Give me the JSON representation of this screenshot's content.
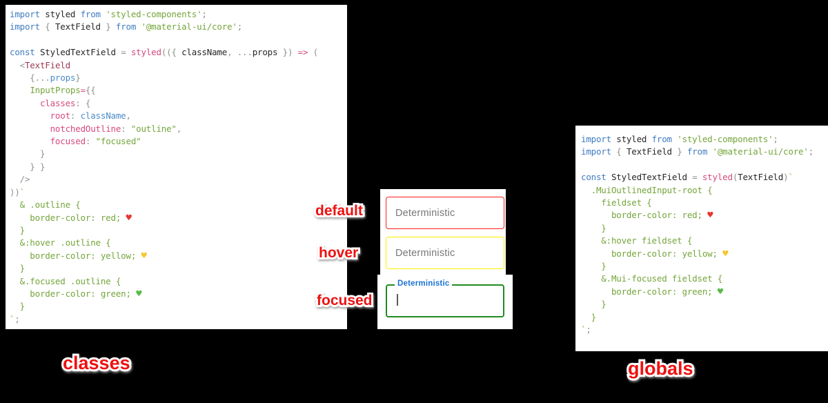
{
  "colors": {
    "page_background": "#000000",
    "panel_background": "#ffffff",
    "sticker_red": "#ee1111",
    "label_blue": "#1a73d3",
    "heart_red": "#e8352c",
    "heart_yellow": "#f7c531",
    "heart_green": "#57bb46"
  },
  "captions": {
    "classes": "classes",
    "globals": "globals"
  },
  "fields": {
    "default": {
      "label": "default",
      "placeholder": "Deterministic",
      "border_color": "#ff1c1c"
    },
    "hover": {
      "label": "hover",
      "placeholder": "Deterministic",
      "border_color": "#ffef00"
    },
    "focused": {
      "label": "focused",
      "float_label": "Deterministic",
      "border_color": "#1f8b1f"
    }
  },
  "panels": {
    "left_code": {
      "lines": [
        [
          [
            "kw",
            "import "
          ],
          [
            "id",
            "styled "
          ],
          [
            "kw",
            "from "
          ],
          [
            "st",
            "'styled-components'"
          ],
          [
            "pu",
            ";"
          ]
        ],
        [
          [
            "kw",
            "import "
          ],
          [
            "pu",
            "{ "
          ],
          [
            "id",
            "TextField "
          ],
          [
            "pu",
            "} "
          ],
          [
            "kw",
            "from "
          ],
          [
            "st",
            "'@material-ui/core'"
          ],
          [
            "pu",
            ";"
          ]
        ],
        [],
        [
          [
            "kw",
            "const "
          ],
          [
            "id",
            "StyledTextField "
          ],
          [
            "pu",
            "= "
          ],
          [
            "fn",
            "styled"
          ],
          [
            "pu",
            "(({ "
          ],
          [
            "id",
            "className"
          ],
          [
            "pu",
            ", ..."
          ],
          [
            "id",
            "props "
          ],
          [
            "pu",
            "}) "
          ],
          [
            "fn",
            "=> "
          ],
          [
            "pu",
            "("
          ]
        ],
        [
          [
            "pu",
            "  <"
          ],
          [
            "tag",
            "TextField"
          ]
        ],
        [
          [
            "pu",
            "    {..."
          ],
          [
            "var",
            "props"
          ],
          [
            "pu",
            "}"
          ]
        ],
        [
          [
            "pu",
            "    "
          ],
          [
            "at",
            "InputProps"
          ],
          [
            "fn",
            "="
          ],
          [
            "pu",
            "{{"
          ]
        ],
        [
          [
            "pu",
            "      "
          ],
          [
            "key",
            "classes"
          ],
          [
            "pu",
            ": {"
          ]
        ],
        [
          [
            "pu",
            "        "
          ],
          [
            "key",
            "root"
          ],
          [
            "pu",
            ": "
          ],
          [
            "var",
            "className"
          ],
          [
            "pu",
            ","
          ]
        ],
        [
          [
            "pu",
            "        "
          ],
          [
            "key",
            "notchedOutline"
          ],
          [
            "pu",
            ": "
          ],
          [
            "st",
            "\"outline\""
          ],
          [
            "pu",
            ","
          ]
        ],
        [
          [
            "pu",
            "        "
          ],
          [
            "key",
            "focused"
          ],
          [
            "pu",
            ": "
          ],
          [
            "st",
            "\"focused\""
          ]
        ],
        [
          [
            "pu",
            "      }"
          ]
        ],
        [
          [
            "pu",
            "    } }"
          ]
        ],
        [
          [
            "pu",
            "  />"
          ]
        ],
        [
          [
            "pu",
            "))"
          ],
          [
            "st",
            "`"
          ]
        ],
        [
          [
            "st",
            "  & .outline {"
          ]
        ],
        [
          [
            "st",
            "    border-color: red; "
          ],
          [
            "hr",
            "♥"
          ]
        ],
        [
          [
            "st",
            "  }"
          ]
        ],
        [
          [
            "st",
            "  &:hover .outline {"
          ]
        ],
        [
          [
            "st",
            "    border-color: yellow; "
          ],
          [
            "hy",
            "♥"
          ]
        ],
        [
          [
            "st",
            "  }"
          ]
        ],
        [
          [
            "st",
            "  &.focused .outline {"
          ]
        ],
        [
          [
            "st",
            "    border-color: green; "
          ],
          [
            "hg",
            "♥"
          ]
        ],
        [
          [
            "st",
            "  }"
          ]
        ],
        [
          [
            "st",
            "`"
          ],
          [
            "pu",
            ";"
          ]
        ]
      ]
    },
    "right_code": {
      "lines": [
        [
          [
            "kw",
            "import "
          ],
          [
            "id",
            "styled "
          ],
          [
            "kw",
            "from "
          ],
          [
            "st",
            "'styled-components'"
          ],
          [
            "pu",
            ";"
          ]
        ],
        [
          [
            "kw",
            "import "
          ],
          [
            "pu",
            "{ "
          ],
          [
            "id",
            "TextField "
          ],
          [
            "pu",
            "} "
          ],
          [
            "kw",
            "from "
          ],
          [
            "st",
            "'@material-ui/core'"
          ],
          [
            "pu",
            ";"
          ]
        ],
        [],
        [
          [
            "kw",
            "const "
          ],
          [
            "id",
            "StyledTextField "
          ],
          [
            "pu",
            "= "
          ],
          [
            "fn",
            "styled"
          ],
          [
            "pu",
            "("
          ],
          [
            "id",
            "TextField"
          ],
          [
            "pu",
            ")"
          ],
          [
            "st",
            "`"
          ]
        ],
        [
          [
            "st",
            "  .MuiOutlinedInput-root {"
          ]
        ],
        [
          [
            "st",
            "    fieldset {"
          ]
        ],
        [
          [
            "st",
            "      border-color: red; "
          ],
          [
            "hr",
            "♥"
          ]
        ],
        [
          [
            "st",
            "    }"
          ]
        ],
        [
          [
            "st",
            "    &:hover fieldset {"
          ]
        ],
        [
          [
            "st",
            "      border-color: yellow; "
          ],
          [
            "hy",
            "♥"
          ]
        ],
        [
          [
            "st",
            "    }"
          ]
        ],
        [
          [
            "st",
            "    &.Mui-focused fieldset {"
          ]
        ],
        [
          [
            "st",
            "      border-color: green; "
          ],
          [
            "hg",
            "♥"
          ]
        ],
        [
          [
            "st",
            "    }"
          ]
        ],
        [
          [
            "st",
            "  }"
          ]
        ],
        [
          [
            "st",
            "`"
          ],
          [
            "pu",
            ";"
          ]
        ]
      ]
    }
  }
}
